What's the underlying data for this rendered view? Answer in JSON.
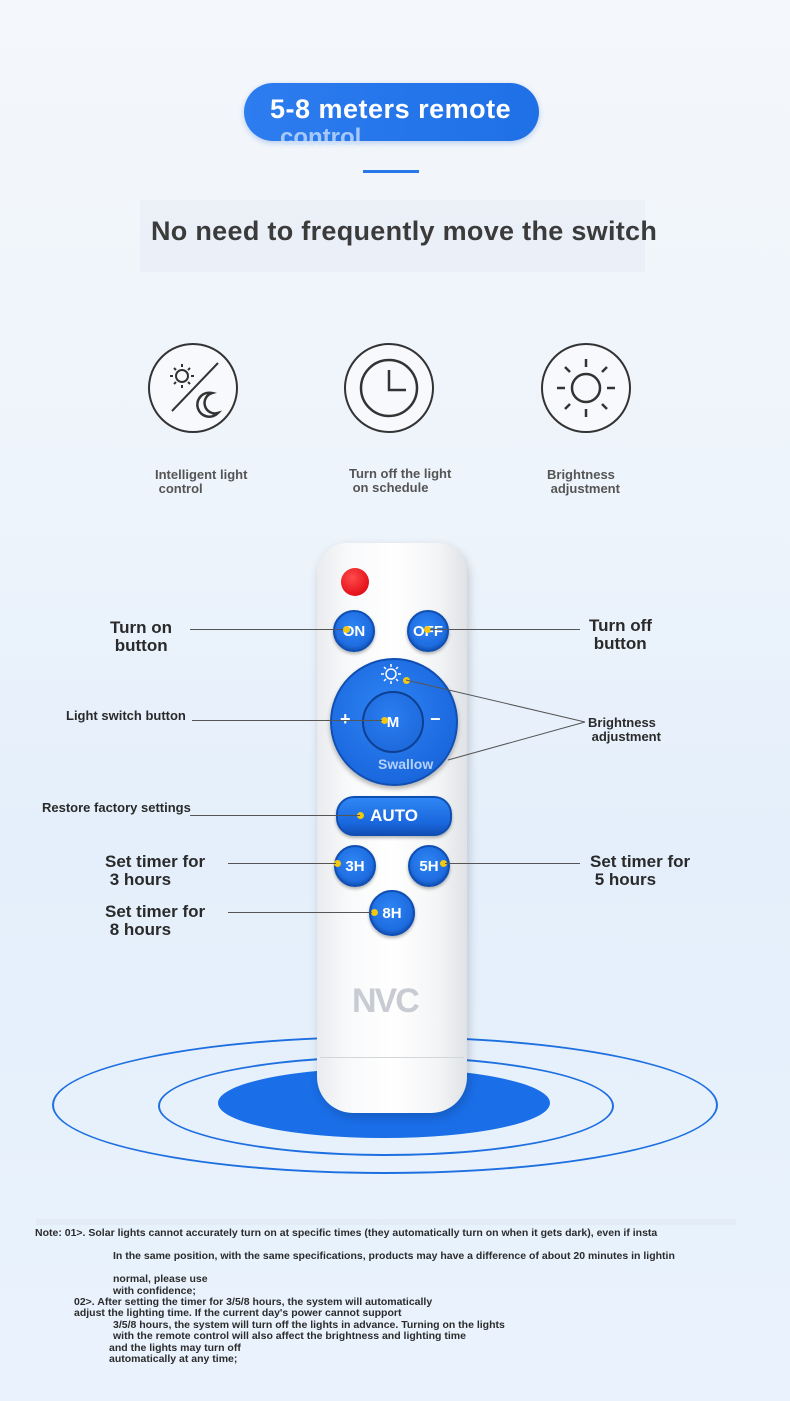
{
  "header": {
    "title_line1": "5-8 meters remote",
    "title_line2": "control",
    "headline": "No need to frequently move the switch"
  },
  "features": [
    {
      "icon": "day-night-icon",
      "label": "Intelligent light\n control"
    },
    {
      "icon": "clock-icon",
      "label": "Turn off the light\n on schedule"
    },
    {
      "icon": "sun-icon",
      "label": "Brightness\n adjustment"
    }
  ],
  "remote": {
    "on_label": "ON",
    "off_label": "OFF",
    "mode_label": "M",
    "plus_label": "+",
    "minus_label": "−",
    "dial_text": "Swallow",
    "auto_label": "AUTO",
    "h3_label": "3H",
    "h5_label": "5H",
    "h8_label": "8H",
    "logo": "NVC"
  },
  "callouts": {
    "turn_on": "Turn on\n button",
    "turn_off": "Turn off\n button",
    "light_switch": "Light switch button",
    "brightness": "Brightness\n adjustment",
    "restore": "Restore factory settings",
    "timer3": "Set timer for\n 3 hours",
    "timer5": "Set timer for\n 5 hours",
    "timer8": "Set timer for\n 8 hours"
  },
  "notes": {
    "line1": "Note: 01>. Solar lights cannot accurately turn on at specific times (they automatically turn on when it gets dark), even if insta",
    "line2": "In the same position, with the same specifications, products may have a difference of about 20 minutes in lightin",
    "line3": "normal, please use",
    "line4": " with confidence;",
    "line5": "02>. After setting the timer for 3/5/8 hours, the system will automatically",
    "line6": " adjust the lighting time. If the current day's power cannot support",
    "line7": "3/5/8 hours, the system will turn off the lights in advance. Turning on the lights",
    "line8": " with the remote control will also affect the brightness and lighting time",
    "line9": "and the lights may turn off",
    "line10": " automatically at any time;"
  },
  "colors": {
    "accent_blue": "#1a6ee8",
    "power_red": "#e4121a",
    "indicator_yellow": "#f2c812"
  }
}
